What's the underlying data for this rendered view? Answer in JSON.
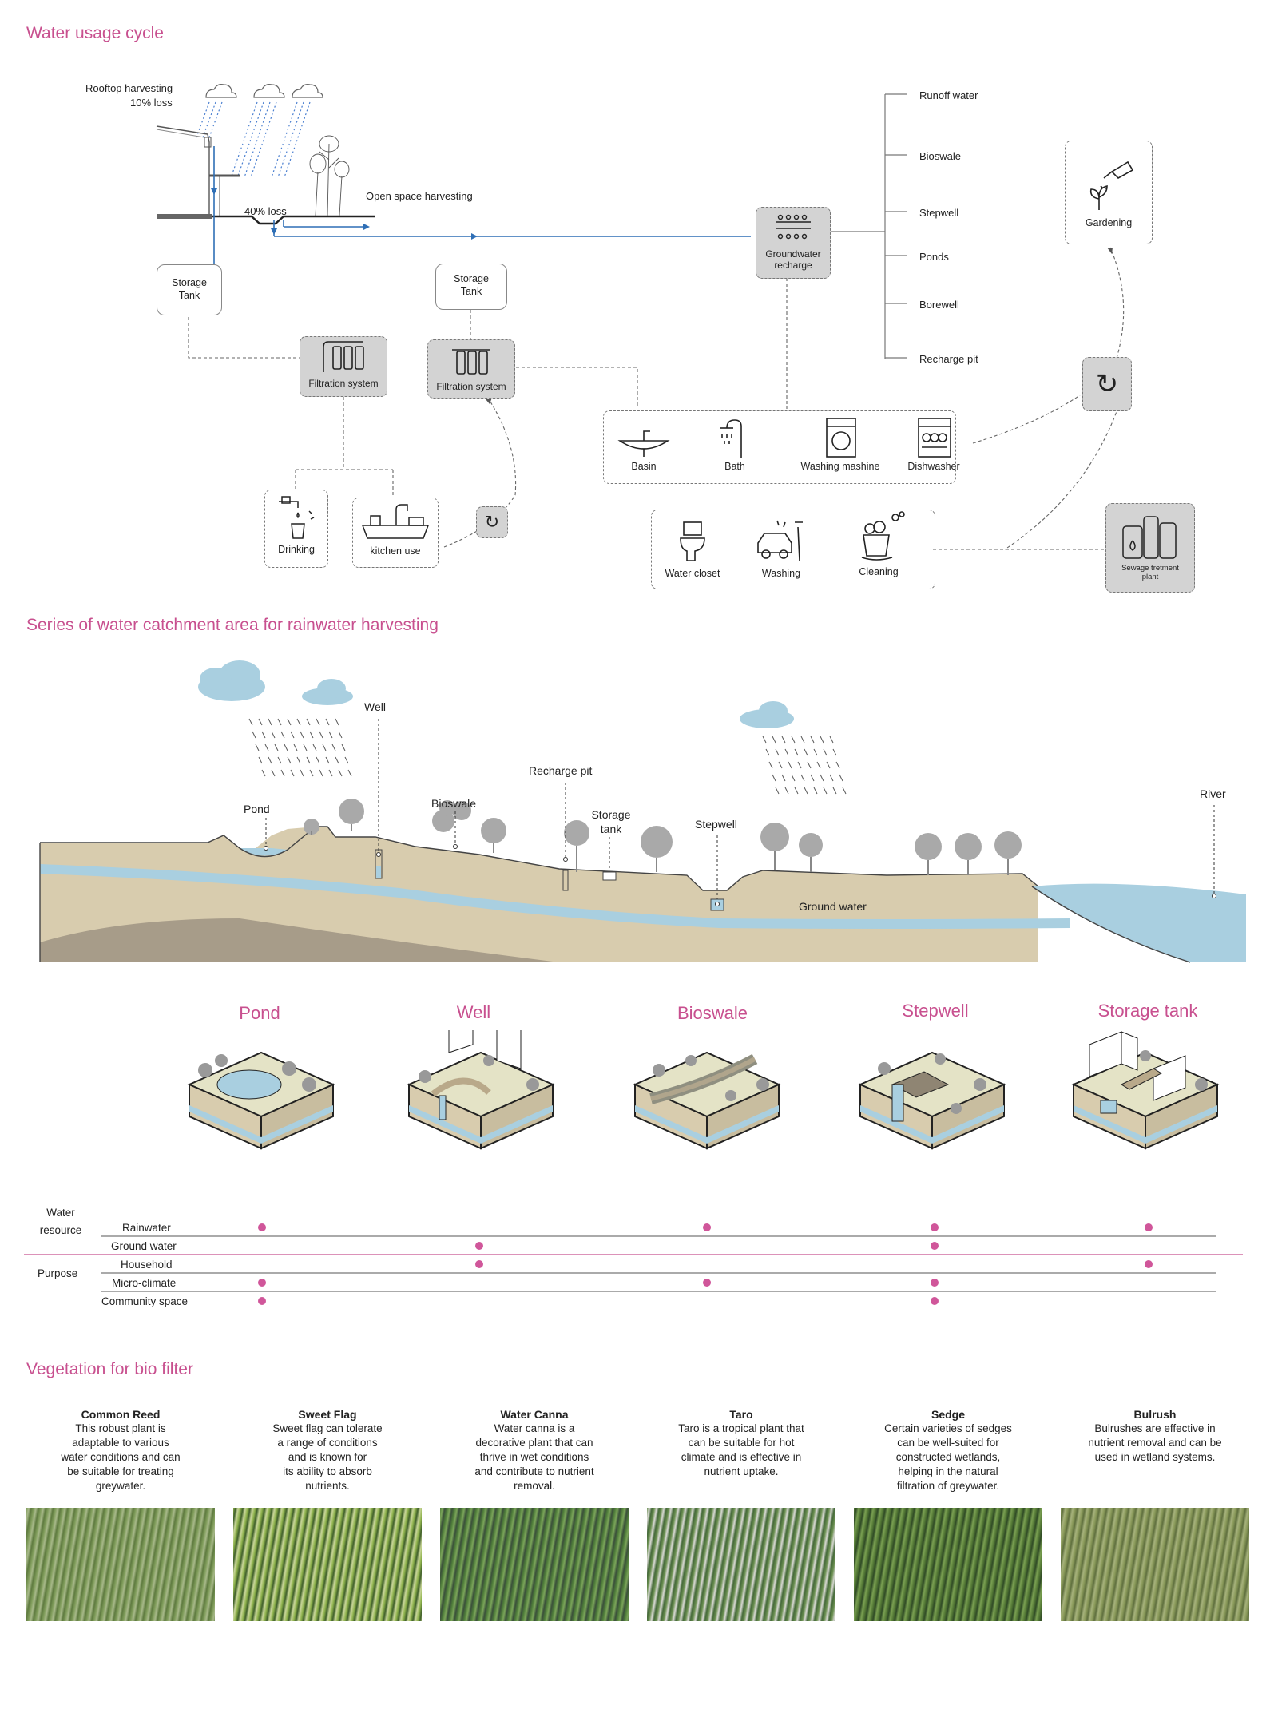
{
  "sections": {
    "water_cycle": "Water usage cycle",
    "catchment": "Series of water catchment area for rainwater harvesting",
    "vegetation": "Vegetation for bio filter"
  },
  "cycle": {
    "rooftop": "Rooftop harvesting",
    "rooftop_loss": "10% loss",
    "open_loss": "40% loss",
    "open_space": "Open space harvesting",
    "storage1_l1": "Storage",
    "storage1_l2": "Tank",
    "storage2_l1": "Storage",
    "storage2_l2": "Tank",
    "filtration1": "Filtration system",
    "filtration2": "Filtration system",
    "drinking": "Drinking",
    "kitchen": "kitchen use",
    "groundwater_l1": "Groundwater",
    "groundwater_l2": "recharge",
    "branches": [
      "Runoff water",
      "Bioswale",
      "Stepwell",
      "Ponds",
      "Borewell",
      "Recharge pit"
    ],
    "appliances": [
      "Basin",
      "Bath",
      "Washing mashine",
      "Dishwasher"
    ],
    "grey": [
      "Water closet",
      "Washing",
      "Cleaning"
    ],
    "gardening": "Gardening",
    "sewage_l1": "Sewage tretment",
    "sewage_l2": "plant"
  },
  "catchment_labels": {
    "well": "Well",
    "pond": "Pond",
    "bioswale": "Bioswale",
    "recharge_pit": "Recharge pit",
    "storage_l1": "Storage",
    "storage_l2": "tank",
    "stepwell": "Stepwell",
    "river": "River",
    "ground_water": "Ground water"
  },
  "types": [
    "Pond",
    "Well",
    "Bioswale",
    "Stepwell",
    "Storage tank"
  ],
  "matrix": {
    "group_water_l1": "Water",
    "group_water_l2": "resource",
    "group_purpose": "Purpose",
    "rows": [
      "Rainwater",
      "Ground water",
      "Household",
      "Micro-climate",
      "Community space"
    ],
    "marks": [
      [
        true,
        false,
        true,
        true,
        true
      ],
      [
        false,
        true,
        false,
        true,
        false
      ],
      [
        false,
        true,
        false,
        false,
        true
      ],
      [
        true,
        false,
        true,
        true,
        false
      ],
      [
        true,
        false,
        false,
        true,
        false
      ]
    ]
  },
  "vegetation": [
    {
      "name": "Common Reed",
      "lines": [
        "This robust plant is",
        "adaptable to various",
        "water conditions and can",
        "be suitable for treating",
        "greywater."
      ]
    },
    {
      "name": "Sweet Flag",
      "lines": [
        "Sweet flag  can tolerate",
        "a range of conditions",
        "and is known for",
        "its ability to absorb",
        "nutrients."
      ]
    },
    {
      "name": "Water Canna",
      "lines": [
        "Water canna is a",
        "decorative plant that can",
        "thrive in wet conditions",
        "and contribute to nutrient",
        "removal."
      ]
    },
    {
      "name": "Taro",
      "lines": [
        "Taro is a tropical plant that",
        "can be suitable for hot",
        "climate and is effective in",
        "nutrient uptake."
      ]
    },
    {
      "name": "Sedge",
      "lines": [
        "Certain varieties of sedges",
        "can be well-suited for",
        "constructed wetlands,",
        "helping in the natural",
        "filtration of greywater."
      ]
    },
    {
      "name": "Bulrush",
      "lines": [
        "Bulrushes are effective in",
        "nutrient removal and can be",
        "used in wetland systems."
      ]
    }
  ],
  "colors": {
    "accent": "#c8508f",
    "water": "#a9cfe0",
    "water_line": "#2f6fb6",
    "ground": "#d8ccae",
    "dot": "#d0569a"
  }
}
